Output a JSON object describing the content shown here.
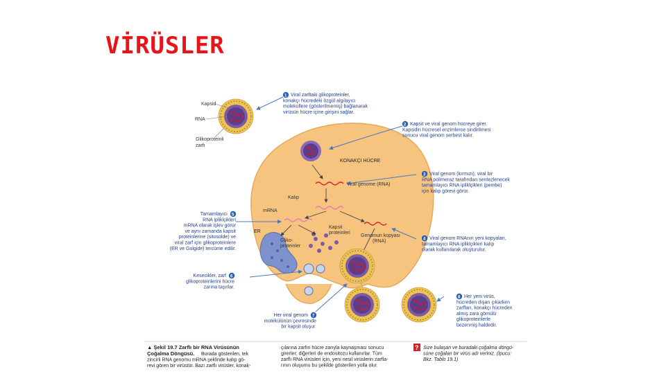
{
  "slide": {
    "title": "VİRÜSLER"
  },
  "labels": {
    "kapsid": "Kapsid",
    "rna": "RNA",
    "gliko1": "Glikoproteinli",
    "gliko2": "zarfı",
    "konakci": "KONAKÇI HÜCRE",
    "viral_genom": "Viral genome (RNA)",
    "kalip": "Kalıp",
    "mrna": "mRNA",
    "er": "ER",
    "kapsit1": "Kapsit",
    "kapsit2": "proteinleri",
    "glikop1": "Gliko-",
    "glikop2": "proteinler",
    "genomkopya1": "Genomun kopyası",
    "genomkopya2": "(RNA)"
  },
  "steps": [
    {
      "num": "1",
      "lines": [
        "Viral zarftaki glikoproteinler,",
        "konakçı hücredeki özgül algılayıcı",
        "moleküllere (gösterilmemiş) bağlanarak",
        "virüsün hücre içine girişini sağlar."
      ]
    },
    {
      "num": "2",
      "lines": [
        "Kapsit ve viral genom hücreye girer.",
        "Kapsidin hücresel enzimlerce sindirilmesi",
        "sonucu viral genom serbest kalır."
      ]
    },
    {
      "num": "3",
      "lines": [
        "Viral genom (kırmızı), viral bir",
        "RNA polimeraz tarafından sentezlenecek",
        "tamamlayıcı RNA ipliklçikleri (pembe)",
        "için kalıp görevi görür."
      ]
    },
    {
      "num": "4",
      "lines": [
        "Viral genom RNAnın yeni kopyaları,",
        "tamamlayıcı RNA ipliklçikleri kalıp",
        "olarak kullanılarak oluşturulur."
      ]
    },
    {
      "num": "5",
      "lines": [
        "Tamamlayıcı",
        "RNA ipliklçikleri",
        "mRNA olarak işlev görür",
        "ve aynı zamanda kapsit",
        "proteinlerine (sitosolde) ve",
        "viral zarf için glikoproteinlere",
        "(ER ve Golgide) tercüme edilir."
      ]
    },
    {
      "num": "6",
      "lines": [
        "Kesecikler, zarf",
        "glikoproteinlerini hücre",
        "zarına taşırlar."
      ]
    },
    {
      "num": "7",
      "lines": [
        "Her viral genom",
        "molekülünün çevresinde",
        "bir kapsit oluşur."
      ]
    },
    {
      "num": "8",
      "lines": [
        "Her yeni virüs,",
        "hücreden dışarı çıkarken",
        "zarfları, konakçı hücreden",
        "almış zara gömülü",
        "glikoproteinlerle",
        "bezenmiş haldedir."
      ]
    }
  ],
  "caption": {
    "title1": "▲ Şekil 19.7  Zarflı bir RNA Virüsünün",
    "title2": "Çoğalma Döngüsü.",
    "col1": [
      " Burada gösterilen, tek",
      "zincirli RNA genomu mRNA şeklinde kalıp gö-",
      "revi gören bir virüstür. Bazı zarflı virüsler, konak-"
    ],
    "col2": [
      "çılarına zarfın hücre zarıyla kaynaşması sonucu",
      "girerler; diğerleri de endositozu kullanırlar. Tüm",
      "zarflı RNA virüsleri için, yeni nesil virüslerin zarfla-",
      "rının oluşumu bu şekilde gösterilen yolla olur."
    ],
    "q_badge": "?",
    "col3": [
      "Size bulaşan ve buradaki çoğalma döngü-",
      "süne çoğalan bir virüs adı veriniz. (İpucu:",
      "Bkz. Tablo 19.1)"
    ]
  },
  "colors": {
    "title": "#e8141a",
    "cell": "#f7c47f",
    "arrow": "#4a78c0",
    "step_text": "#23408e",
    "badge": "#2b61b2",
    "genome": "#d7262b",
    "complement": "#e77fb0",
    "capsid": "#7b5ca8",
    "envelope": "#f3c247",
    "vesicle": "#7d92cc"
  }
}
